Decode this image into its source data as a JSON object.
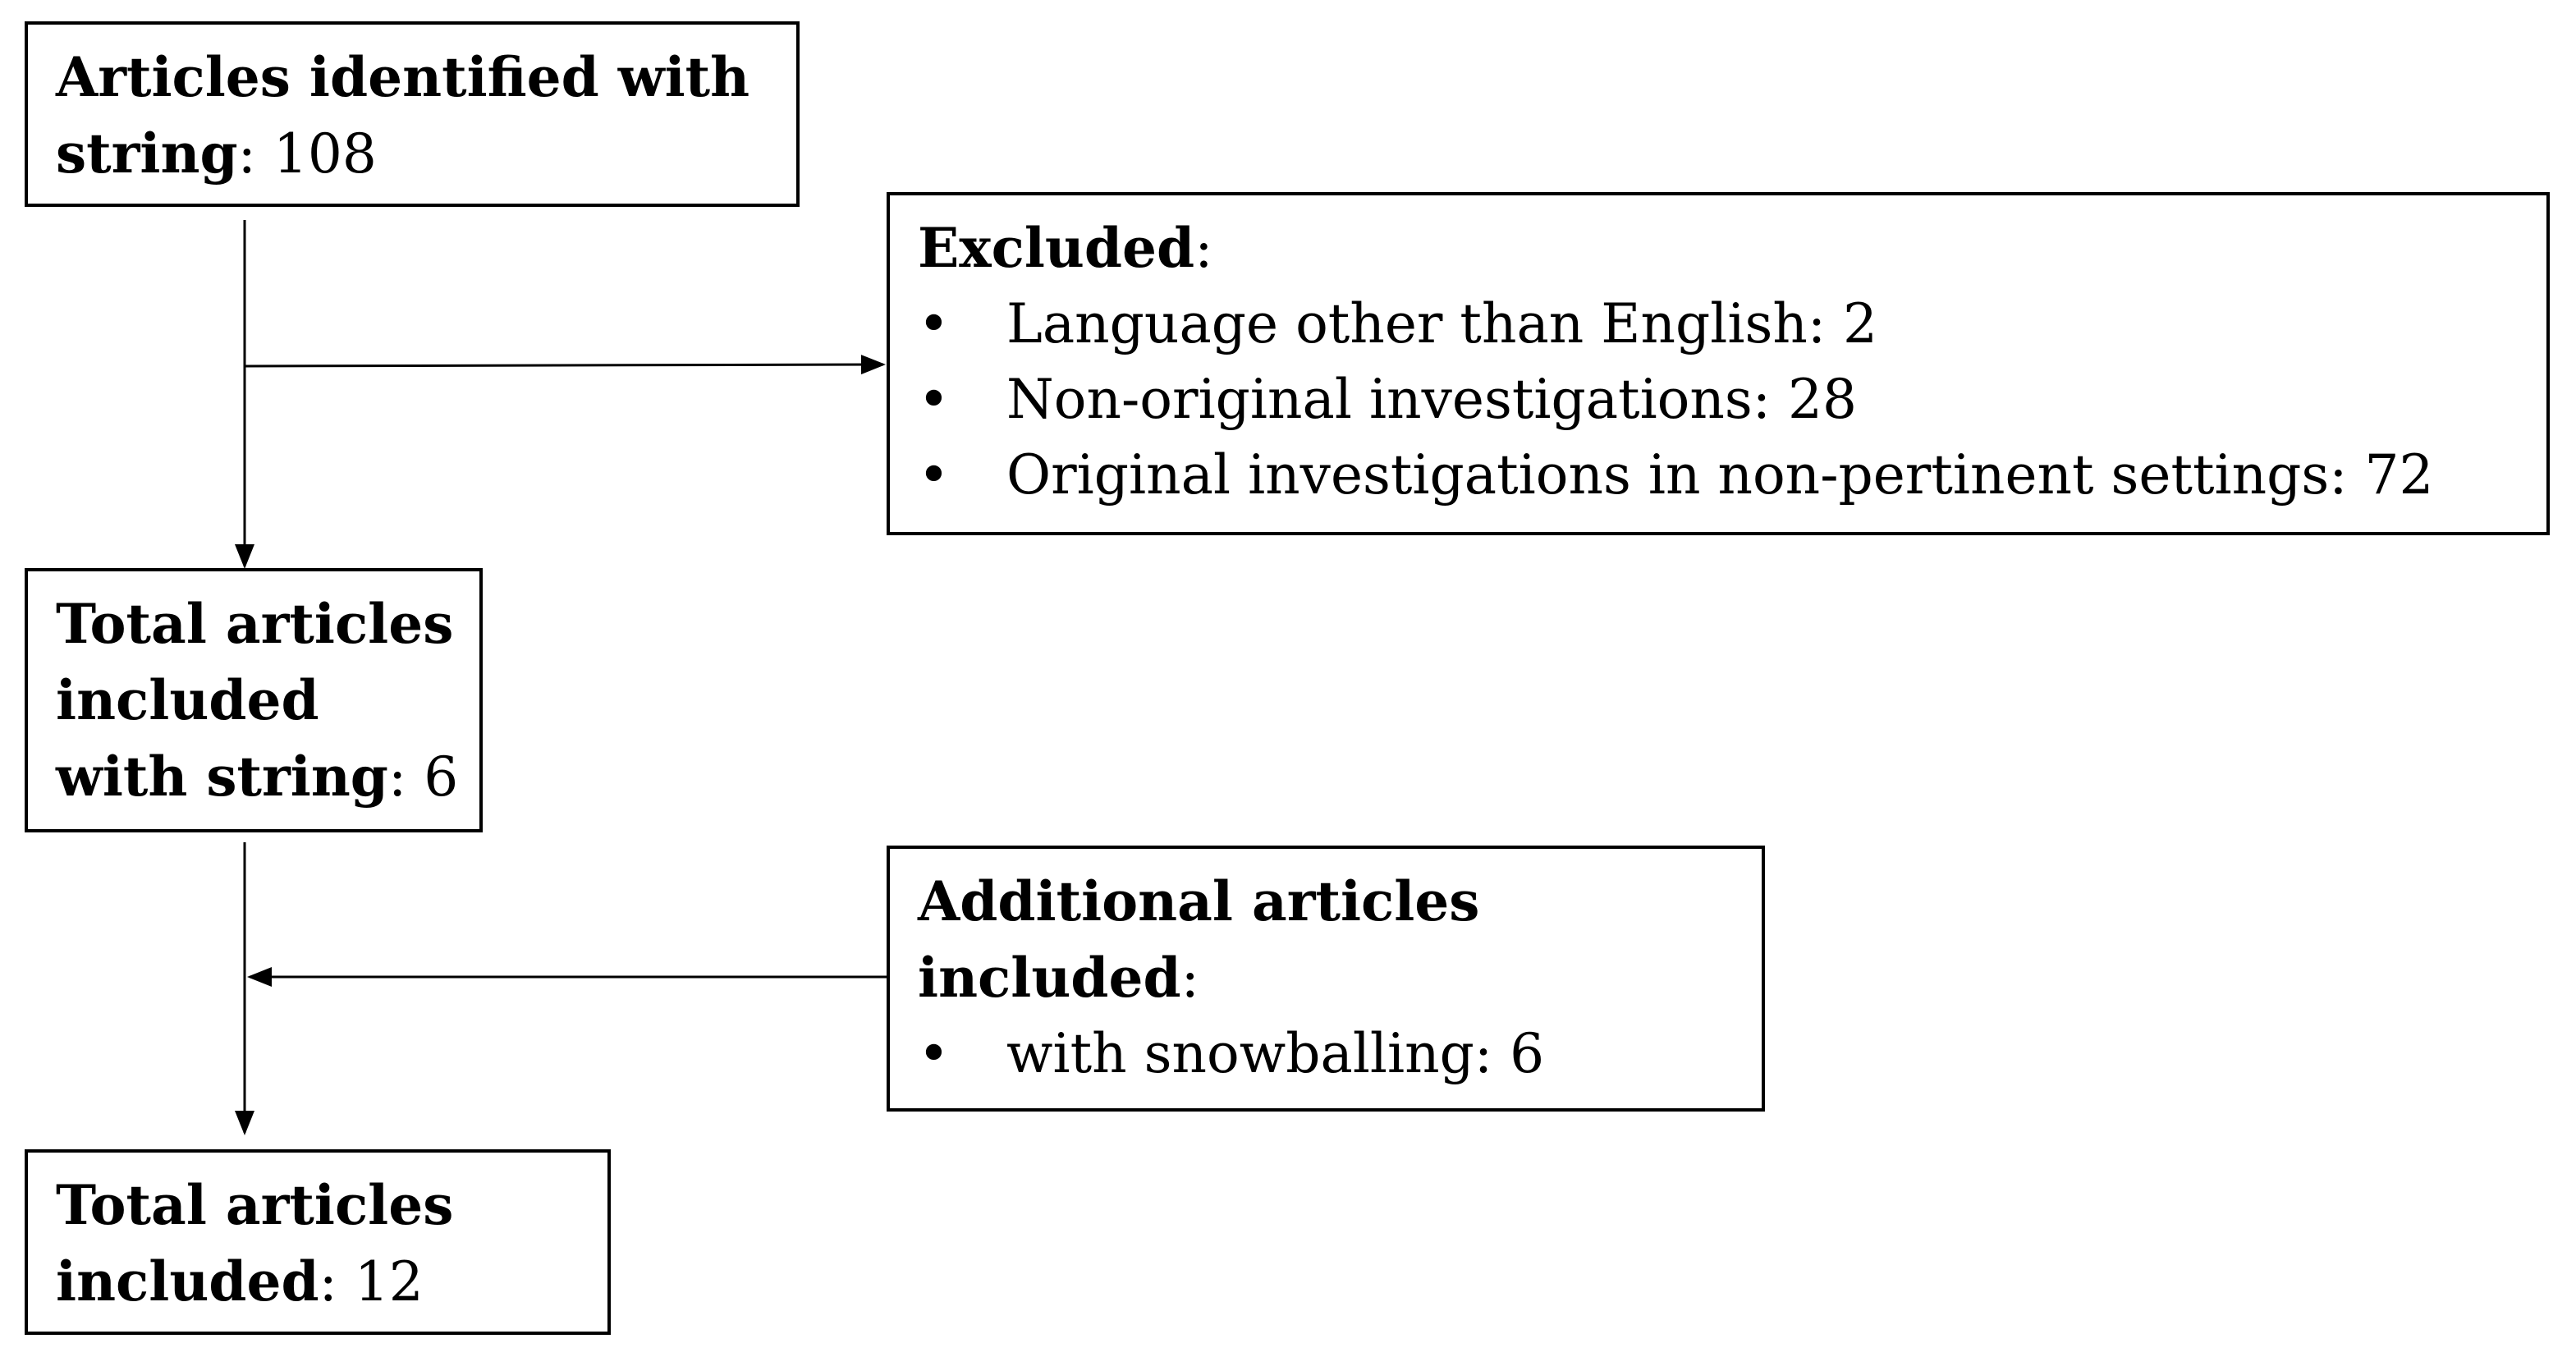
{
  "nodes": {
    "identified": {
      "label_line1": "Articles identified with",
      "label_line2": "string",
      "count": "108"
    },
    "excluded": {
      "label": "Excluded",
      "items": [
        {
          "text": "Language other than English: 2"
        },
        {
          "text": "Non-original investigations: 28"
        },
        {
          "text": "Original investigations in non-pertinent settings: 72"
        }
      ]
    },
    "included_string": {
      "label_line1": "Total articles",
      "label_line2": "included",
      "label_line3": "with string",
      "count": "6"
    },
    "additional": {
      "label_line1": "Additional articles",
      "label_line2": "included",
      "items": [
        {
          "text": "with snowballing: 6"
        }
      ]
    },
    "total": {
      "label_line1": "Total articles",
      "label_line2": "included",
      "count": "12"
    }
  },
  "edges": [
    {
      "from": "identified",
      "to": "included_string"
    },
    {
      "from": "identified",
      "to": "excluded"
    },
    {
      "from": "included_string",
      "to": "total"
    },
    {
      "from": "additional",
      "to": "total"
    }
  ]
}
